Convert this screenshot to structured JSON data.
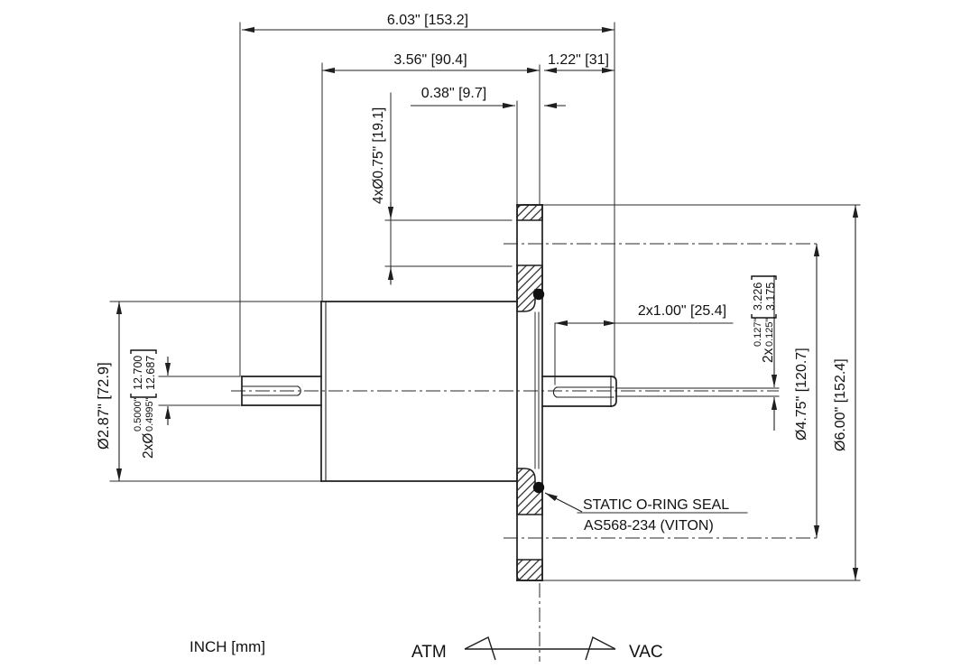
{
  "dimensions": {
    "overall_length": "6.03\" [153.2]",
    "body_length": "3.56\" [90.4]",
    "shaft_extension": "1.22\" [31]",
    "flange_thickness": "0.38\" [9.7]",
    "bolt_holes": "4xØ0.75\" [19.1]",
    "body_diameter": "Ø2.87\" [72.9]",
    "shaft_flat_length": "2x1.00\" [25.4]",
    "bolt_circle_diameter": "Ø4.75\" [120.7]",
    "flange_outer_diameter": "Ø6.00\" [152.4]",
    "shaft_diameter": {
      "prefix": "2xØ",
      "inch_upper": "0.5000\"",
      "inch_lower": "0.4995\"",
      "mm_upper": "12.700",
      "mm_lower": "12.687"
    },
    "thin_shaft_diameter": {
      "prefix": "2x",
      "inch_upper": "0.127\"",
      "inch_lower": "0.125\"",
      "mm_upper": "3.226",
      "mm_lower": "3.175"
    }
  },
  "notes": {
    "oring_line1": "STATIC O-RING SEAL",
    "oring_line2": "AS568-234 (VITON)",
    "units": "INCH [mm]",
    "atm": "ATM",
    "vac": "VAC"
  },
  "colors": {
    "line": "#1f1f1f",
    "background": "#ffffff"
  }
}
